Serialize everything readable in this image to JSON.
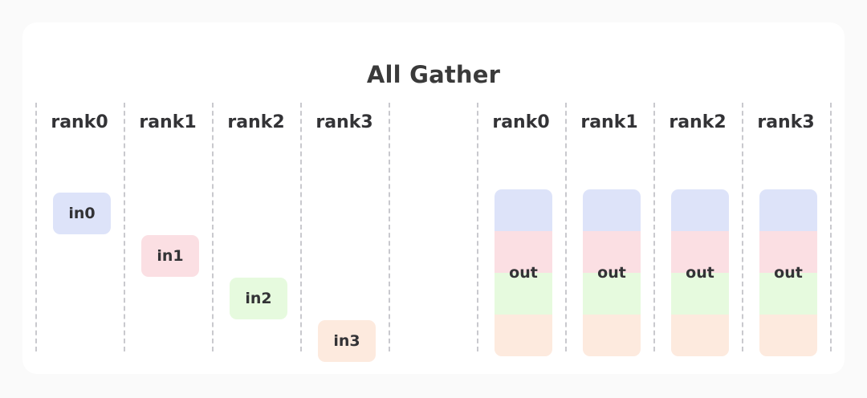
{
  "diagram": {
    "title": "All Gather",
    "background_color": "#fafafa",
    "card_color": "#ffffff",
    "text_color": "#333336",
    "dash_color": "#c9c9ce"
  },
  "palette": {
    "blue": "#dde3f9",
    "pink": "#fbdfe3",
    "green": "#e6fade",
    "orange": "#fdeade"
  },
  "left_group": {
    "name": "input-ranks",
    "headers": [
      "rank0",
      "rank1",
      "rank2",
      "rank3"
    ],
    "boxes": [
      {
        "label": "in0",
        "color": "#dde3f9",
        "column": 0,
        "step": 0
      },
      {
        "label": "in1",
        "color": "#fbdfe3",
        "column": 1,
        "step": 1
      },
      {
        "label": "in2",
        "color": "#e6fade",
        "column": 2,
        "step": 2
      },
      {
        "label": "in3",
        "color": "#fdeade",
        "column": 3,
        "step": 3
      }
    ]
  },
  "right_group": {
    "name": "output-ranks",
    "headers": [
      "rank0",
      "rank1",
      "rank2",
      "rank3"
    ],
    "stacks": [
      {
        "label": "out",
        "segments": [
          "#dde3f9",
          "#fbdfe3",
          "#e6fade",
          "#fdeade"
        ]
      },
      {
        "label": "out",
        "segments": [
          "#dde3f9",
          "#fbdfe3",
          "#e6fade",
          "#fdeade"
        ]
      },
      {
        "label": "out",
        "segments": [
          "#dde3f9",
          "#fbdfe3",
          "#e6fade",
          "#fdeade"
        ]
      },
      {
        "label": "out",
        "segments": [
          "#dde3f9",
          "#fbdfe3",
          "#e6fade",
          "#fdeade"
        ]
      }
    ]
  }
}
